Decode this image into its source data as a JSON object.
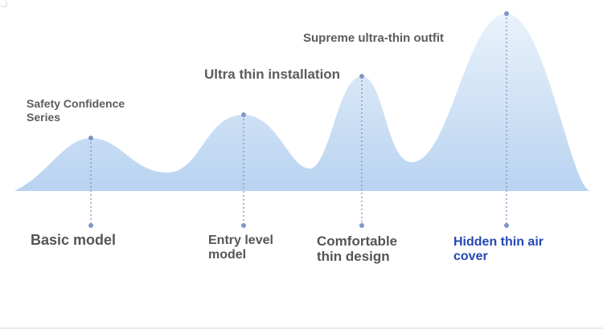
{
  "colors": {
    "wave_top": "#eaf2fb",
    "wave_bottom": "#b8d3f0",
    "marker": "#7f96c4",
    "label_text": "#5c5c5c",
    "accent_text": "#2448b3"
  },
  "peaks": [
    {
      "top_label": [
        "Safety Confidence",
        "Series"
      ],
      "bottom_label": [
        "Basic model"
      ],
      "highlight": false
    },
    {
      "top_label": [
        "Ultra thin installation"
      ],
      "bottom_label": [
        "Entry level",
        "model"
      ],
      "highlight": false
    },
    {
      "top_label": [
        "Supreme ultra-thin outfit"
      ],
      "bottom_label": [
        "Comfortable",
        "thin design"
      ],
      "highlight": false
    },
    {
      "top_label": [],
      "bottom_label": [
        "Hidden thin air",
        "cover"
      ],
      "highlight": true
    }
  ]
}
